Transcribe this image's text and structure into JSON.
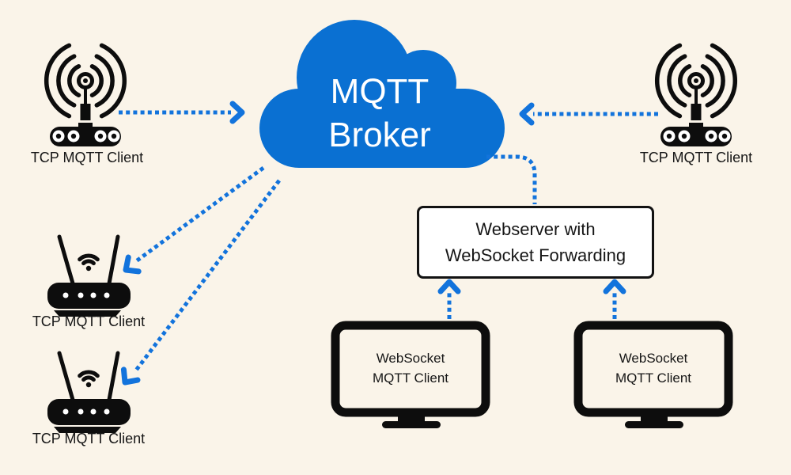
{
  "colors": {
    "bg": "#faf4e9",
    "cloud": "#0a70d2",
    "arrow": "#1273dc",
    "icon": "#0d0d0d",
    "text": "#161616",
    "box_bg": "#ffffff",
    "box_border": "#121212",
    "cloud_text": "#ffffff"
  },
  "broker": {
    "line1": "MQTT",
    "line2": "Broker"
  },
  "webserver": {
    "line1": "Webserver with",
    "line2": "WebSocket Forwarding"
  },
  "clients": {
    "radio_left": {
      "label": "TCP MQTT Client"
    },
    "radio_right": {
      "label": "TCP MQTT Client"
    },
    "router_top": {
      "label": "TCP MQTT Client"
    },
    "router_bottom": {
      "label": "TCP MQTT Client"
    },
    "ws_left": {
      "line1": "WebSocket",
      "line2": "MQTT Client"
    },
    "ws_right": {
      "line1": "WebSocket",
      "line2": "MQTT Client"
    }
  },
  "icons": {
    "broker": "cloud-icon",
    "tcp_client_antenna": "radio-antenna-icon",
    "tcp_client_router": "wifi-router-icon",
    "websocket_client": "desktop-monitor-icon"
  }
}
